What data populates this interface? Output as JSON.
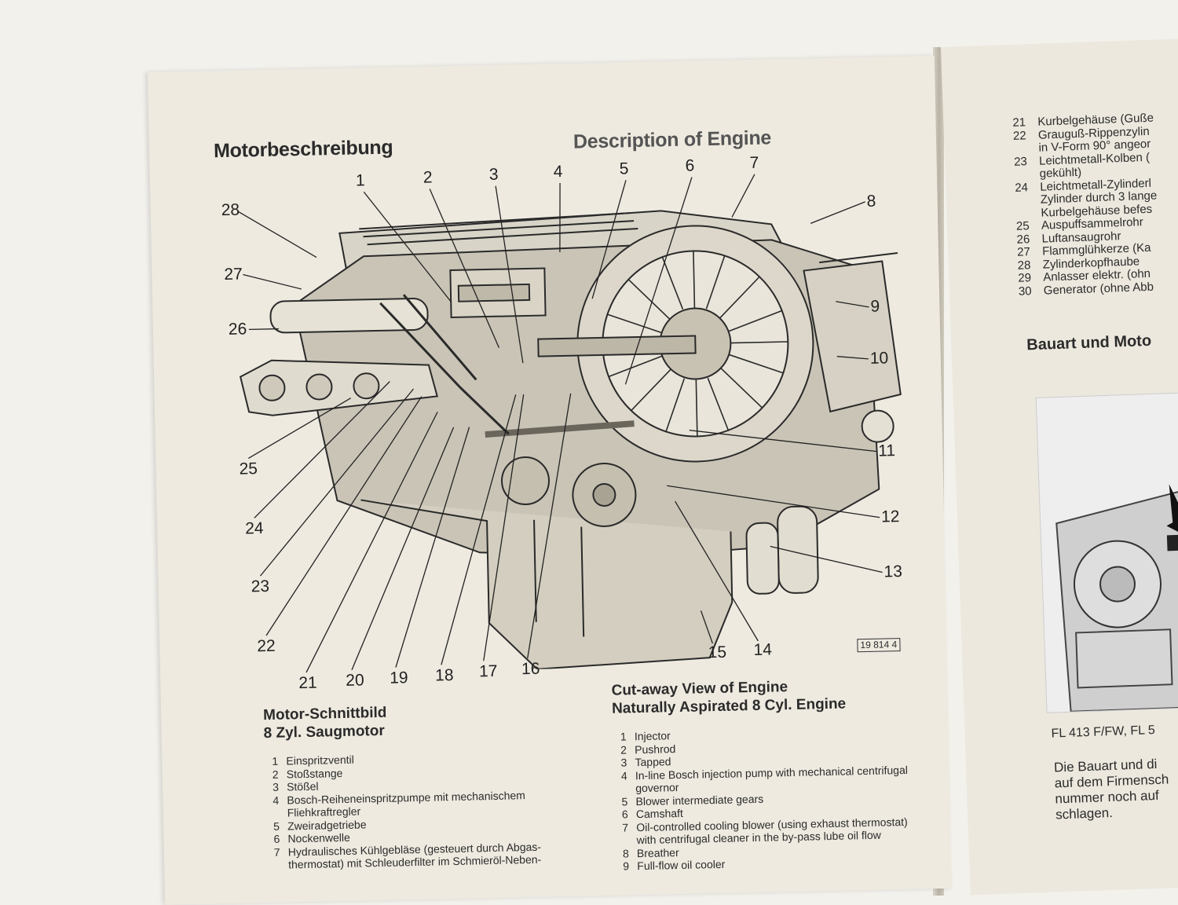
{
  "left_page": {
    "title_de": "Motorbeschreibung",
    "title_en": "Description of Engine",
    "diagram_numbers": [
      "1",
      "2",
      "3",
      "4",
      "5",
      "6",
      "7",
      "8",
      "9",
      "10",
      "11",
      "12",
      "13",
      "14",
      "15",
      "16",
      "17",
      "18",
      "19",
      "20",
      "21",
      "22",
      "23",
      "24",
      "25",
      "26",
      "27",
      "28"
    ],
    "figure_code": "19 814 4",
    "caption_de": [
      "Motor-Schnittbild",
      "8 Zyl. Saugmotor"
    ],
    "caption_en": [
      "Cut-away View of Engine",
      "Naturally Aspirated 8 Cyl. Engine"
    ],
    "parts_de": [
      {
        "n": "1",
        "t": "Einspritzventil"
      },
      {
        "n": "2",
        "t": "Stoßstange"
      },
      {
        "n": "3",
        "t": "Stößel"
      },
      {
        "n": "4",
        "t": "Bosch-Reiheneinspritzpumpe mit mechanischem Fliehkraftregler"
      },
      {
        "n": "5",
        "t": "Zweiradgetriebe"
      },
      {
        "n": "6",
        "t": "Nockenwelle"
      },
      {
        "n": "7",
        "t": "Hydraulisches Kühlgebläse (gesteuert durch Abgas-thermostat) mit Schleuderfilter im Schmieröl-Neben-"
      }
    ],
    "parts_en": [
      {
        "n": "1",
        "t": "Injector"
      },
      {
        "n": "2",
        "t": "Pushrod"
      },
      {
        "n": "3",
        "t": "Tapped"
      },
      {
        "n": "4",
        "t": "In-line Bosch injection pump with mechanical centrifugal governor"
      },
      {
        "n": "5",
        "t": "Blower intermediate gears"
      },
      {
        "n": "6",
        "t": "Camshaft"
      },
      {
        "n": "7",
        "t": "Oil-controlled cooling blower (using exhaust thermostat) with centrifugal cleaner in the by-pass lube oil flow"
      },
      {
        "n": "8",
        "t": "Breather"
      },
      {
        "n": "9",
        "t": "Full-flow oil cooler"
      }
    ]
  },
  "right_page": {
    "parts": [
      {
        "n": "21",
        "t": "Kurbelgehäuse (Guße"
      },
      {
        "n": "22",
        "t": "Grauguß-Rippenzylin"
      },
      {
        "n": "",
        "t": "in V-Form 90° angeor"
      },
      {
        "n": "23",
        "t": "Leichtmetall-Kolben ("
      },
      {
        "n": "",
        "t": "gekühlt)"
      },
      {
        "n": "24",
        "t": "Leichtmetall-Zylinderl"
      },
      {
        "n": "",
        "t": "Zylinder durch 3 lange"
      },
      {
        "n": "",
        "t": "Kurbelgehäuse befes"
      },
      {
        "n": "25",
        "t": "Auspuffsammelrohr"
      },
      {
        "n": "26",
        "t": "Luftansaugrohr"
      },
      {
        "n": "27",
        "t": "Flammglühkerze (Ka"
      },
      {
        "n": "28",
        "t": "Zylinderkopfhaube"
      },
      {
        "n": "29",
        "t": "Anlasser elektr. (ohn"
      },
      {
        "n": "30",
        "t": "Generator (ohne Abb"
      }
    ],
    "heading": "Bauart und Moto",
    "photo_caption": "FL 413 F/FW, FL 5",
    "paragraph": [
      "Die Bauart und di",
      "auf dem Firmensch",
      "nummer noch auf",
      "schlagen."
    ]
  }
}
